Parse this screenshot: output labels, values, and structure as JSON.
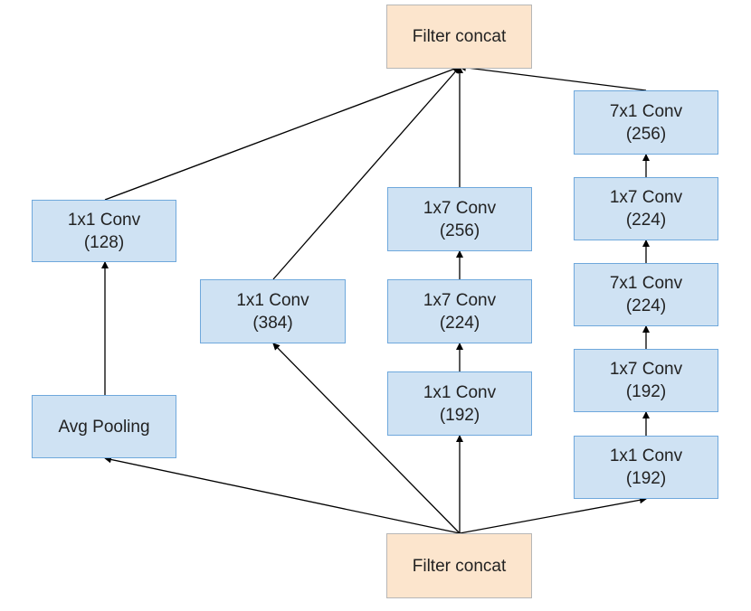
{
  "nodes": {
    "concat_top": {
      "line1": "Filter concat"
    },
    "concat_bottom": {
      "line1": "Filter concat"
    },
    "b1_conv": {
      "line1": "1x1 Conv",
      "line2": "(128)"
    },
    "b1_pool": {
      "line1": "Avg Pooling"
    },
    "b2_conv": {
      "line1": "1x1 Conv",
      "line2": "(384)"
    },
    "b3_conv1": {
      "line1": "1x1 Conv",
      "line2": "(192)"
    },
    "b3_conv2": {
      "line1": "1x7 Conv",
      "line2": "(224)"
    },
    "b3_conv3": {
      "line1": "1x7 Conv",
      "line2": "(256)"
    },
    "b4_conv1": {
      "line1": "1x1 Conv",
      "line2": "(192)"
    },
    "b4_conv2": {
      "line1": "1x7 Conv",
      "line2": "(192)"
    },
    "b4_conv3": {
      "line1": "7x1 Conv",
      "line2": "(224)"
    },
    "b4_conv4": {
      "line1": "1x7 Conv",
      "line2": "(224)"
    },
    "b4_conv5": {
      "line1": "7x1 Conv",
      "line2": "(256)"
    }
  },
  "colors": {
    "conv_fill": "#cfe2f3",
    "conv_border": "#6fa8dc",
    "concat_fill": "#fce5cd",
    "edge": "#000000"
  }
}
